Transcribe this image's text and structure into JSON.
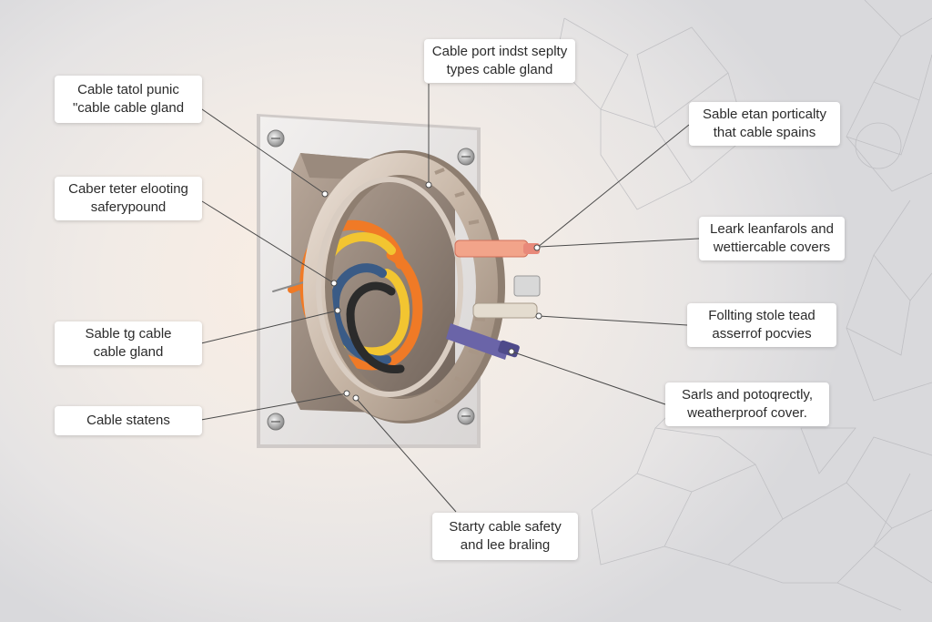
{
  "labels": {
    "top_left": {
      "line1": "Cable tatol punic",
      "line2": "\"cable cable gland"
    },
    "mid_left": {
      "line1": "Caber teter elooting",
      "line2": "saferypound"
    },
    "lower_left": {
      "line1": "Sable tg cable",
      "line2": "cable gland"
    },
    "bottom_left": {
      "line1": "Cable statens"
    },
    "top_center": {
      "line1": "Cable port indst seplty",
      "line2": "types cable gland"
    },
    "top_right": {
      "line1": "Sable etan porticalty",
      "line2": "that cable spains"
    },
    "right_1": {
      "line1": "Leark leanfarols and",
      "line2": "wettiercable covers"
    },
    "right_2": {
      "line1": "Follting stole tead",
      "line2": "asserrof pocvies"
    },
    "right_3": {
      "line1": "Sarls and potoqrectly,",
      "line2": "weatherproof cover."
    },
    "bottom_center": {
      "line1": "Starty cable safety",
      "line2": "and lee braling"
    }
  },
  "colors": {
    "plate": "#e9e7e6",
    "gland_metal": "#c9bbae",
    "cable_orange": "#f07a26",
    "cable_yellow": "#f2c531",
    "cable_blue": "#3a5b86",
    "cable_black": "#2b2b2b",
    "leader_line": "#4a4a4a"
  },
  "icons": [
    "mounting-screw-icon"
  ]
}
